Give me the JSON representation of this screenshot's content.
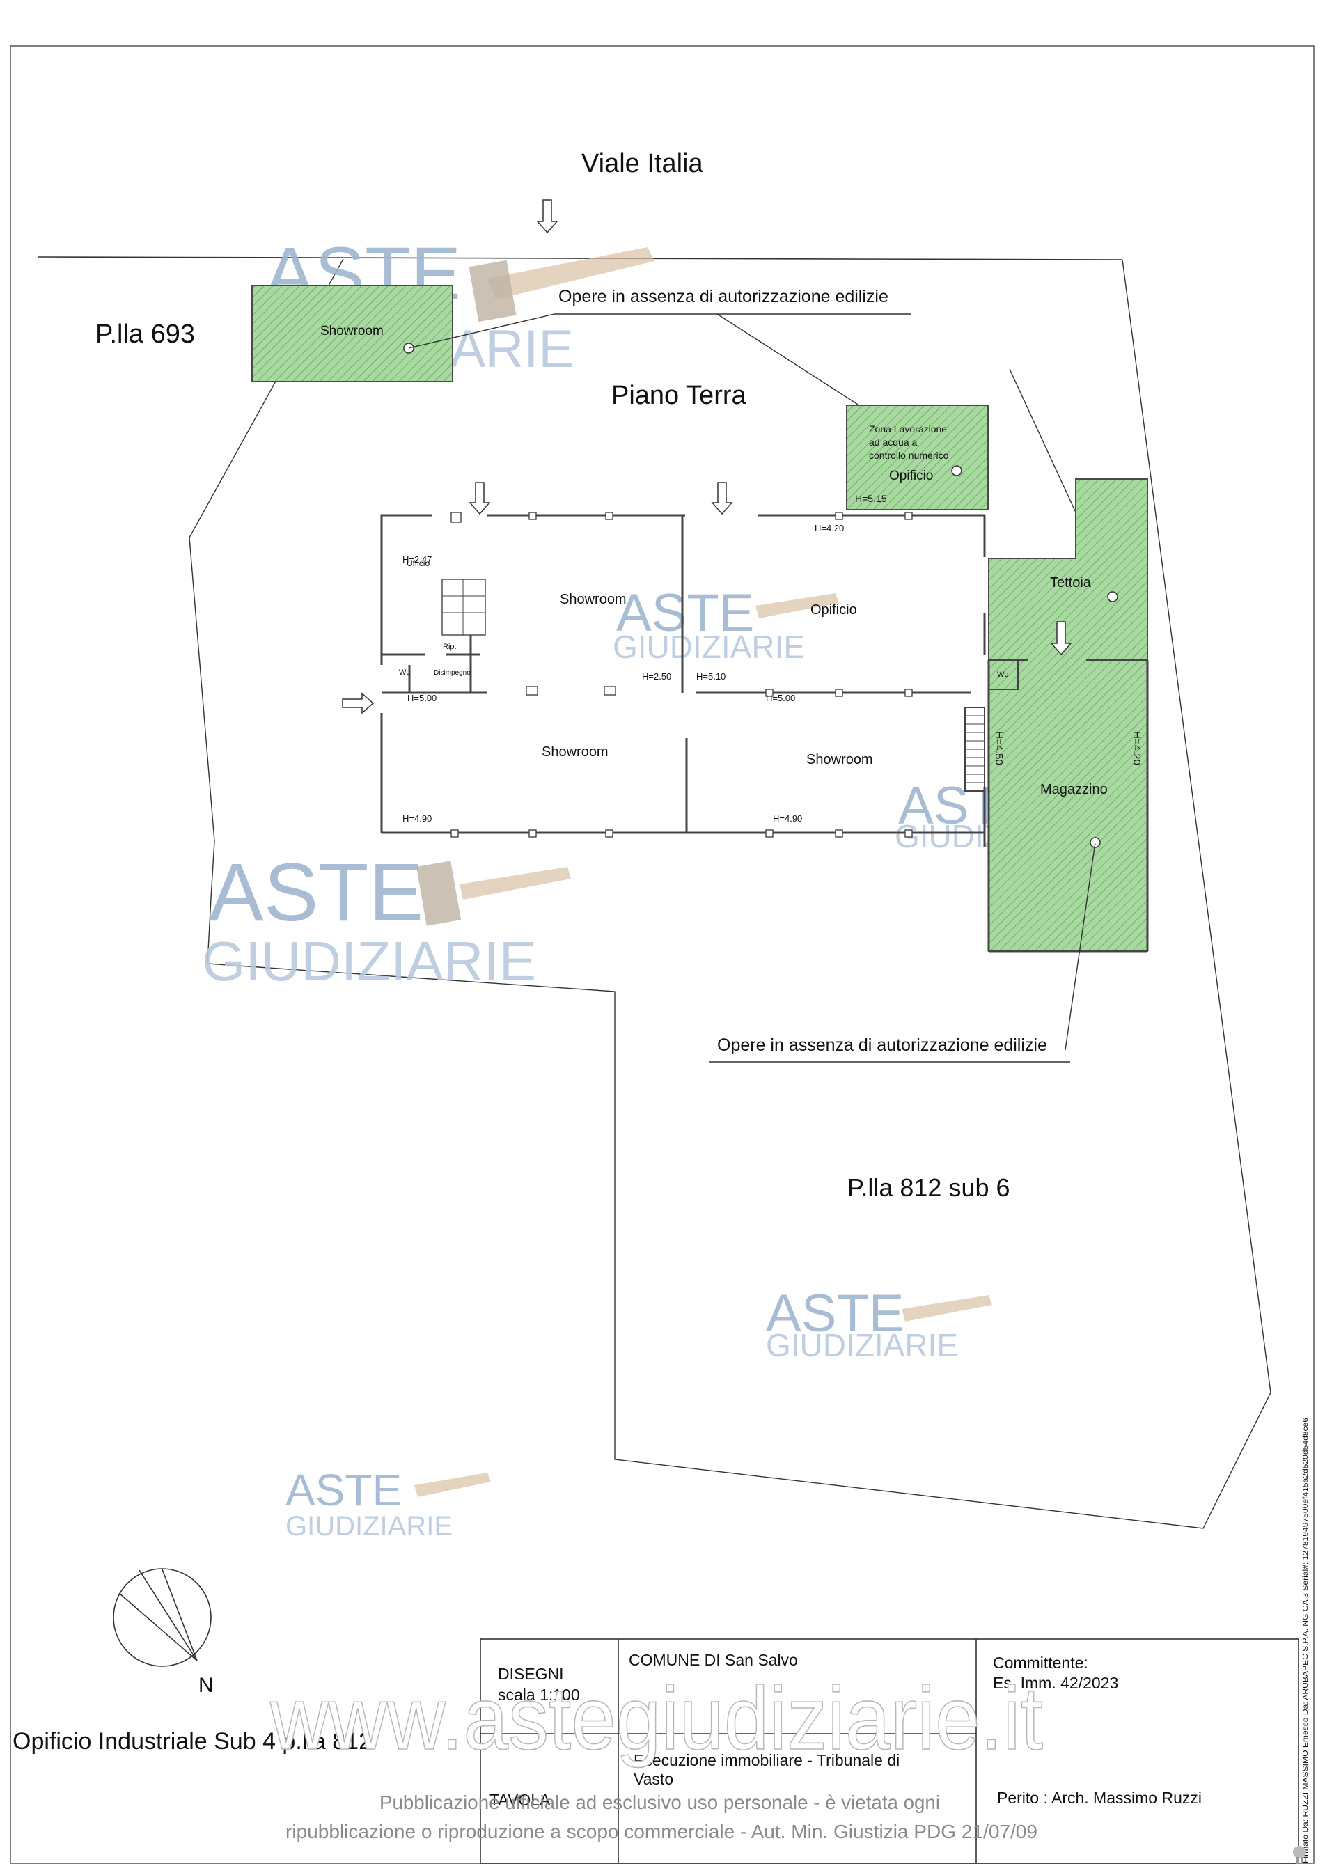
{
  "street": "Viale Italia",
  "floor_title": "Piano Terra",
  "parcel_left": "P.lla 693",
  "parcel_main": "P.lla 812 sub 6",
  "note_unauthorized_top": "Opere in assenza di autorizzazione edilizie",
  "note_unauthorized_bottom": "Opere in assenza di autorizzazione edilizie",
  "rooms": {
    "showroom_annex": "Showroom",
    "zona_lavorazione_1": "Zona Lavorazione",
    "zona_lavorazione_2": "ad acqua a",
    "zona_lavorazione_3": "controllo numerico",
    "opificio_annex": "Opificio",
    "showroom_main_top": "Showroom",
    "opificio_main": "Opificio",
    "showroom_bottom_left": "Showroom",
    "showroom_bottom_right": "Showroom",
    "tettoia": "Tettoia",
    "magazzino": "Magazzino",
    "ufficio": "Ufficio",
    "rip": "Rip.",
    "wc_left": "Wc",
    "disimpegno": "Disimpegno",
    "wc_right": "Wc"
  },
  "heights": {
    "h_ufficio": "H=2.47",
    "h_left_mid": "H=5.00",
    "h_mid_250": "H=2.50",
    "h_mid_510": "H=5.10",
    "h_mid_500": "H=5.00",
    "h_opificio_top": "H=4.20",
    "h_annex_515": "H=5.15",
    "h_bottom_left": "H=4.90",
    "h_bottom_mid": "H=4.90",
    "h_magazzino_450": "H=4.50",
    "h_magazzino_420": "H=4.20"
  },
  "watermark": {
    "aste": "ASTE",
    "giudiziarie": "GIUDIZIARIE",
    "url": "www.astegiudiziarie.it",
    "publication_line1": "Pubblicazione ufficiale ad esclusivo uso personale - è vietata ogni",
    "publication_line2": "ripubblicazione o riproduzione a scopo commerciale - Aut. Min. Giustizia PDG 21/07/09"
  },
  "north_label": "N",
  "drawing_title": "Opificio Industriale Sub 4 p.lla 812",
  "title_block": {
    "disegni": "DISEGNI",
    "scale": "scala 1:100",
    "comune": "COMUNE DI San Salvo",
    "esecuzione_1": "Esecuzione immobiliare - Tribunale di",
    "esecuzione_2": "Vasto",
    "committente_label": "Committente:",
    "committente_value": "Es. Imm. 42/2023",
    "perito": "Perito : Arch. Massimo Ruzzi",
    "tavola": "TAVOLA"
  },
  "signature_strip": "Firmato Da: RUZZI MASSIMO Emesso Da: ARUBAPEC S.P.A. NG CA 3 Serial#: 127819497500ef415a2d520d54d8ce6",
  "colors": {
    "hatch_green": "#a8d9a0",
    "hatch_line": "#6fae66",
    "watermark_blue": "#9fb6cf",
    "wall": "#444444"
  }
}
